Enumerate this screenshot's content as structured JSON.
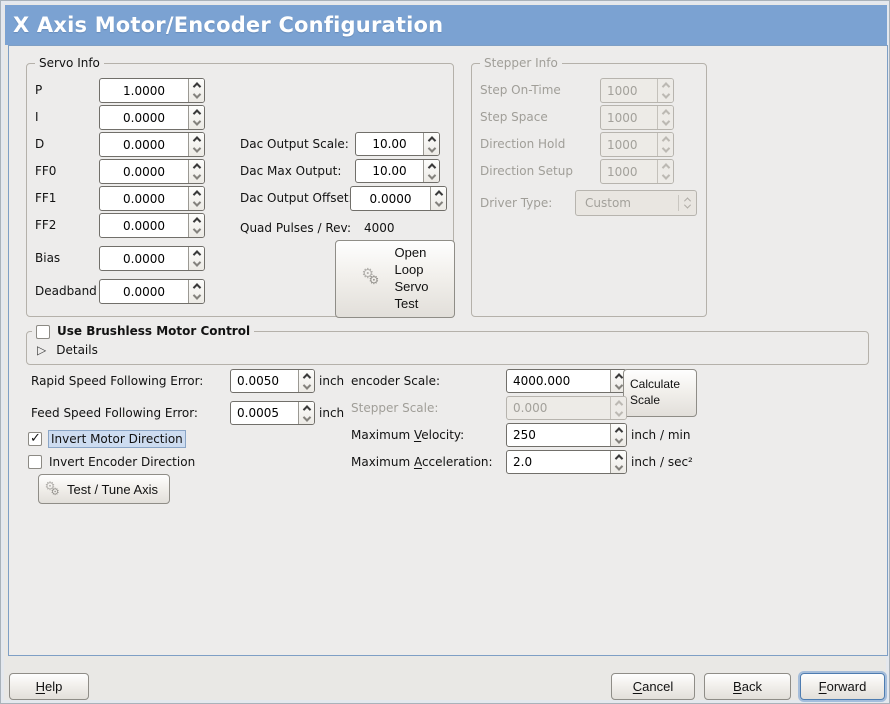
{
  "window": {
    "title": "X Axis Motor/Encoder Configuration"
  },
  "icons": {
    "gears": "⚙",
    "expander": "▷",
    "checkmark": "✓"
  },
  "colors": {
    "titlebar": "#7ba2d2",
    "content_border": "#7e9fc5",
    "selection_bg": "#cddcf0"
  },
  "servo_info": {
    "title": "Servo Info",
    "fields": [
      {
        "label": "P",
        "value": "1.0000"
      },
      {
        "label": "I",
        "value": "0.0000"
      },
      {
        "label": "D",
        "value": "0.0000"
      },
      {
        "label": "FF0",
        "value": "0.0000"
      },
      {
        "label": "FF1",
        "value": "0.0000"
      },
      {
        "label": "FF2",
        "value": "0.0000"
      },
      {
        "label": "Bias",
        "value": "0.0000"
      },
      {
        "label": "Deadband",
        "value": "0.0000"
      }
    ],
    "dac_fields": [
      {
        "label": "Dac Output Scale:",
        "value": "10.00"
      },
      {
        "label": "Dac Max Output:",
        "value": "10.00"
      },
      {
        "label": "Dac Output Offset:",
        "value": "0.0000"
      }
    ],
    "quad_pulses": {
      "label": "Quad Pulses / Rev:",
      "value": "4000"
    },
    "open_loop_button": "Open\nLoop\nServo\nTest"
  },
  "stepper_info": {
    "title": "Stepper Info",
    "fields": [
      {
        "label": "Step On-Time",
        "value": "1000"
      },
      {
        "label": "Step Space",
        "value": "1000"
      },
      {
        "label": "Direction Hold",
        "value": "1000"
      },
      {
        "label": "Direction Setup",
        "value": "1000"
      }
    ],
    "driver_type": {
      "label": "Driver Type:",
      "value": "Custom"
    }
  },
  "brushless": {
    "checkbox_label": "Use Brushless Motor Control",
    "checked": false,
    "details_label": "Details"
  },
  "following_error": {
    "rapid": {
      "label": "Rapid Speed Following Error:",
      "value": "0.0050",
      "unit": "inch"
    },
    "feed": {
      "label": "Feed Speed Following Error:",
      "value": "0.0005",
      "unit": "inch"
    }
  },
  "invert": {
    "motor": {
      "label": "Invert Motor Direction",
      "checked": true
    },
    "encoder": {
      "label": "Invert Encoder Direction",
      "checked": false
    }
  },
  "test_tune_button": "Test / Tune Axis",
  "scales": {
    "encoder": {
      "label": "encoder Scale:",
      "value": "4000.000"
    },
    "calculate_button": "Calculate\nScale",
    "stepper": {
      "label": "Stepper Scale:",
      "value": "0.000"
    },
    "max_velocity": {
      "label_pre": "Maximum ",
      "label_mn": "V",
      "label_post": "elocity:",
      "value": "250",
      "unit": "inch / min"
    },
    "max_acceleration": {
      "label_pre": "Maximum ",
      "label_mn": "A",
      "label_post": "cceleration:",
      "value": "2.0",
      "unit": "inch / sec²"
    }
  },
  "footer": {
    "help": {
      "mn": "H",
      "rest": "elp"
    },
    "cancel": {
      "mn": "C",
      "rest": "ancel"
    },
    "back": {
      "mn": "B",
      "rest": "ack"
    },
    "forward": {
      "mn": "F",
      "rest": "orward"
    }
  }
}
